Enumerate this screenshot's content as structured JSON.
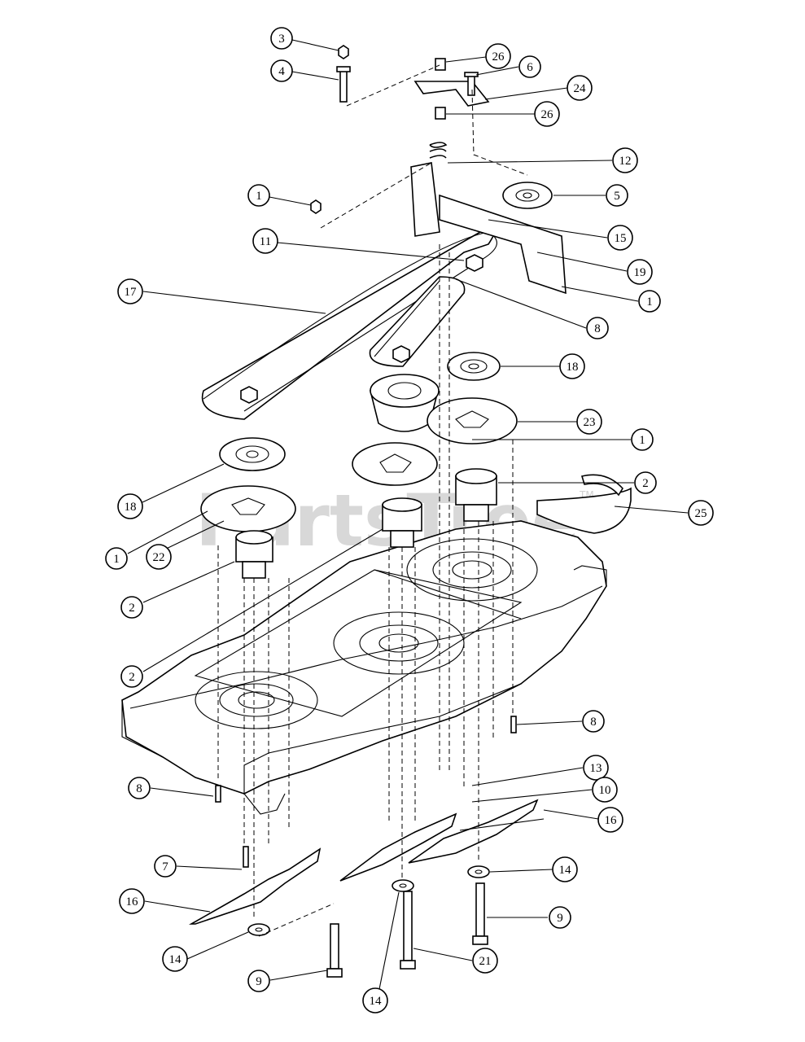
{
  "watermark": {
    "text": "PartsTree",
    "tm": "TM"
  },
  "callout_labels": [
    "3",
    "26",
    "6",
    "4",
    "24",
    "26",
    "12",
    "5",
    "1",
    "15",
    "11",
    "19",
    "1",
    "17",
    "8",
    "18",
    "23",
    "1",
    "2",
    "18",
    "25",
    "1",
    "22",
    "2",
    "2",
    "8",
    "8",
    "13",
    "10",
    "16",
    "7",
    "14",
    "16",
    "9",
    "14",
    "9",
    "21",
    "14"
  ]
}
